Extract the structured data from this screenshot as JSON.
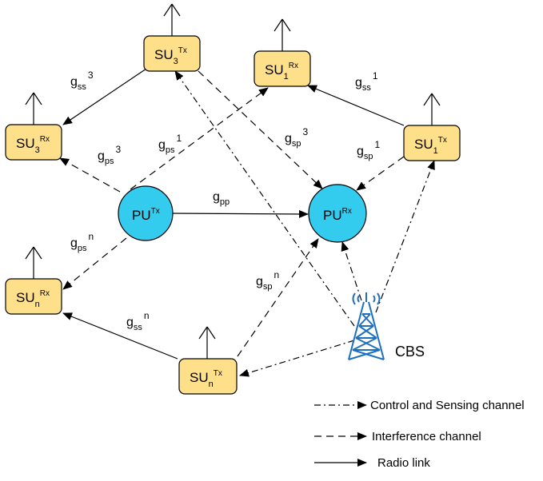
{
  "nodes": {
    "su3_tx": {
      "base": "SU",
      "sub": "3",
      "sup": "Tx"
    },
    "su1_rx": {
      "base": "SU",
      "sub": "1",
      "sup": "Rx"
    },
    "su3_rx": {
      "base": "SU",
      "sub": "3",
      "sup": "Rx"
    },
    "su1_tx": {
      "base": "SU",
      "sub": "1",
      "sup": "Tx"
    },
    "sun_rx": {
      "base": "SU",
      "sub": "n",
      "sup": "Rx"
    },
    "sun_tx": {
      "base": "SU",
      "sub": "n",
      "sup": "Tx"
    },
    "pu_tx": {
      "base": "PU",
      "sup": "Tx"
    },
    "pu_rx": {
      "base": "PU",
      "sup": "Rx"
    },
    "cbs": {
      "label": "CBS"
    }
  },
  "links": {
    "gss3": {
      "base": "g",
      "sub": "ss",
      "sup": "3"
    },
    "gps3": {
      "base": "g",
      "sub": "ps",
      "sup": "3"
    },
    "gps1": {
      "base": "g",
      "sub": "ps",
      "sup": "1"
    },
    "gsp3": {
      "base": "g",
      "sub": "sp",
      "sup": "3"
    },
    "gss1": {
      "base": "g",
      "sub": "ss",
      "sup": "1"
    },
    "gsp1": {
      "base": "g",
      "sub": "sp",
      "sup": "1"
    },
    "gpp": {
      "base": "g",
      "sub": "pp"
    },
    "gpsn": {
      "base": "g",
      "sub": "ps",
      "sup": "n"
    },
    "gspn": {
      "base": "g",
      "sub": "sp",
      "sup": "n"
    },
    "gssn": {
      "base": "g",
      "sub": "ss",
      "sup": "n"
    }
  },
  "legend": {
    "control": "Control and Sensing channel",
    "interference": "Interference channel",
    "radio": "Radio link"
  },
  "colors": {
    "su_fill": "#ffe08a",
    "pu_fill": "#33ccee",
    "tower": "#1f6fbf",
    "stroke": "#000000"
  }
}
